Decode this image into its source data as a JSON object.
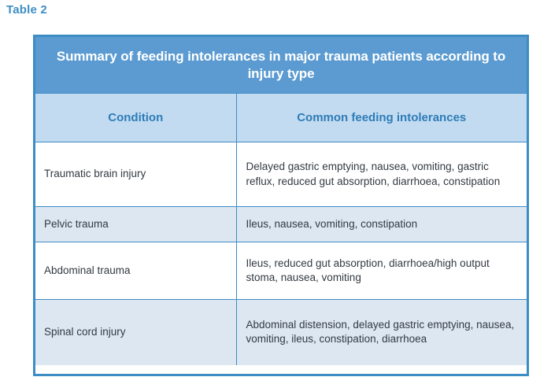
{
  "caption": "Table 2",
  "table": {
    "title": "Summary of feeding intolerances in major trauma patients according to injury type",
    "columns": [
      "Condition",
      "Common feeding intolerances"
    ],
    "rows": [
      {
        "condition": "Traumatic brain injury",
        "intolerances": "Delayed gastric emptying, nausea, vomiting, gastric reflux, reduced gut absorption, diarrhoea, constipation"
      },
      {
        "condition": "Pelvic trauma",
        "intolerances": "Ileus, nausea, vomiting, constipation"
      },
      {
        "condition": "Abdominal trauma",
        "intolerances": "Ileus, reduced gut absorption, diarrhoea/high output stoma, nausea, vomiting"
      },
      {
        "condition": "Spinal cord injury",
        "intolerances": "Abdominal distension, delayed gastric emptying, nausea, vomiting, ileus, constipation, diarrhoea"
      }
    ]
  },
  "colors": {
    "caption_text": "#3d8ec4",
    "border": "#3e8cc4",
    "title_band": "#5b9bd1",
    "title_text": "#ffffff",
    "column_header_fill": "#c2dbf0",
    "column_header_text": "#2e7cb8",
    "row_alt_fill": "#dce7f2",
    "body_text": "#333a42"
  }
}
